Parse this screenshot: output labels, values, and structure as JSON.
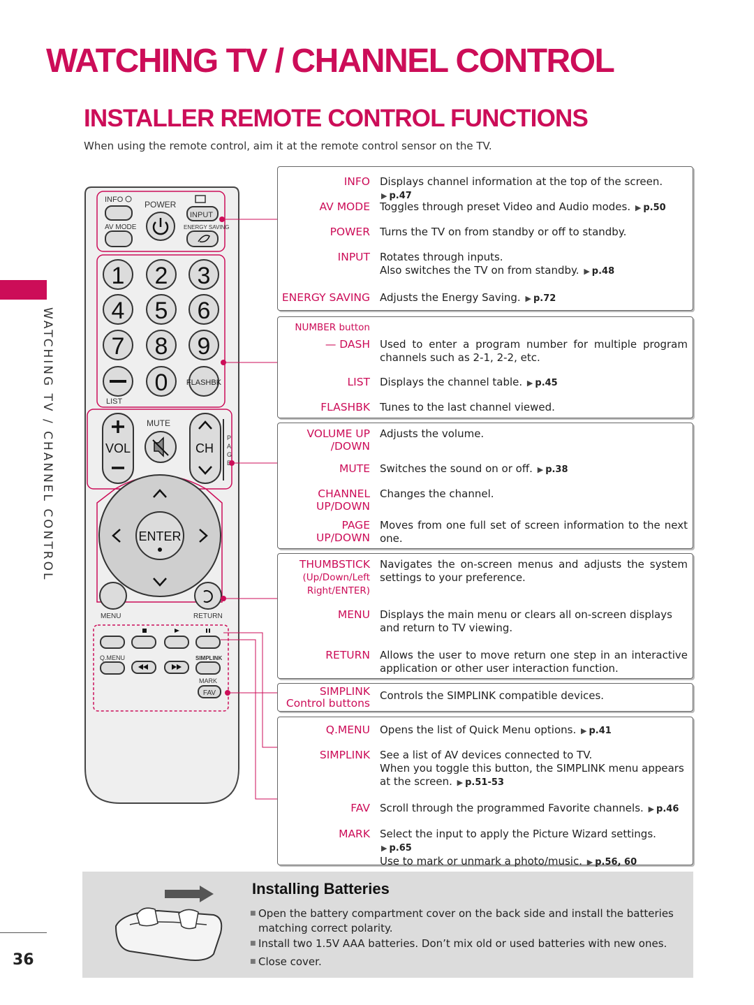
{
  "title": "WATCHING TV / CHANNEL CONTROL",
  "subtitle": "INSTALLER REMOTE CONTROL FUNCTIONS",
  "intro": "When using the remote control, aim it at the remote control sensor on the TV.",
  "side_label": "WATCHING TV / CHANNEL CONTROL",
  "page_number": "36",
  "accent_color": "#cc0d58",
  "remote": {
    "info": "INFO",
    "power": "POWER",
    "input": "INPUT",
    "av_mode": "AV MODE",
    "energy_saving": "ENERGY SAVING",
    "digits": [
      "1",
      "2",
      "3",
      "4",
      "5",
      "6",
      "7",
      "8",
      "9",
      "0"
    ],
    "list": "LIST",
    "flashbk": "FLASHBK",
    "mute": "MUTE",
    "vol": "VOL",
    "ch": "CH",
    "page_letters": [
      "P",
      "A",
      "G",
      "E"
    ],
    "enter": "ENTER",
    "menu": "MENU",
    "return": "RETURN",
    "qmenu": "Q.MENU",
    "simplink": "SIMPLINK",
    "mark": "MARK",
    "fav": "FAV"
  },
  "groups": [
    {
      "items": [
        {
          "label": "INFO",
          "desc": "Displays channel information at the top of the screen.",
          "ref": "p.47"
        },
        {
          "label": "AV MODE",
          "desc": "Toggles through preset Video and Audio modes.",
          "ref": "p.50"
        },
        {
          "label": "POWER",
          "desc": "Turns the TV on from standby or off to standby."
        },
        {
          "label": "INPUT",
          "desc": "Rotates through inputs.",
          "desc2": "Also switches the TV on from standby.",
          "ref": "p.48"
        },
        {
          "label": "ENERGY SAVING",
          "desc": "Adjusts the Energy Saving.",
          "ref": "p.72"
        }
      ]
    },
    {
      "items": [
        {
          "label": "NUMBER button"
        },
        {
          "label": "— DASH",
          "desc": "Used to enter a program number for multiple program channels such as 2-1, 2-2, etc."
        },
        {
          "label": "LIST",
          "desc": "Displays the channel table.",
          "ref": "p.45"
        },
        {
          "label": "FLASHBK",
          "desc": "Tunes to the last channel viewed."
        }
      ]
    },
    {
      "items": [
        {
          "label": "VOLUME UP",
          "label2": "/DOWN",
          "desc": "Adjusts the volume."
        },
        {
          "label": "MUTE",
          "desc": "Switches the sound on or off.",
          "ref": "p.38"
        },
        {
          "label": "CHANNEL",
          "label2": "UP/DOWN",
          "desc": "Changes the channel."
        },
        {
          "label": "PAGE",
          "label2": "UP/DOWN",
          "desc": "Moves from one full set of screen information to the next one."
        }
      ]
    },
    {
      "items": [
        {
          "label": "THUMBSTICK",
          "label2": "(Up/Down/Left",
          "label3": "Right/ENTER)",
          "desc": "Navigates the on-screen menus and adjusts the system settings to your preference."
        },
        {
          "label": "MENU",
          "desc": "Displays the main menu or clears all on-screen displays and return to TV viewing."
        },
        {
          "label": "RETURN",
          "desc": "Allows the user to move return one step in an interactive application or other user interaction function."
        }
      ]
    },
    {
      "items": [
        {
          "label": "SIMPLINK",
          "label2": "Control buttons",
          "desc": "Controls the SIMPLINK compatible devices."
        }
      ]
    },
    {
      "items": [
        {
          "label": "Q.MENU",
          "desc": "Opens the list of Quick Menu options.",
          "ref": "p.41"
        },
        {
          "label": "SIMPLINK",
          "desc": "See a list of AV devices connected to TV.",
          "desc2": "When you toggle this button, the SIMPLINK menu appears at the screen.",
          "ref": "p.51-53"
        },
        {
          "label": "FAV",
          "desc": "Scroll through the programmed Favorite channels.",
          "ref": "p.46"
        },
        {
          "label": "MARK",
          "desc": "Select the input to apply the Picture Wizard settings.",
          "ref": "p.65",
          "desc2": "Use to mark or unmark a photo/music.",
          "ref2": "p.56, 60"
        }
      ]
    }
  ],
  "batteries": {
    "heading": "Installing Batteries",
    "bullets": [
      "Open the battery compartment cover on the back side and install the batteries matching correct polarity.",
      "Install two 1.5V AAA batteries. Don’t mix old or used batteries with new ones.",
      "Close cover."
    ]
  }
}
